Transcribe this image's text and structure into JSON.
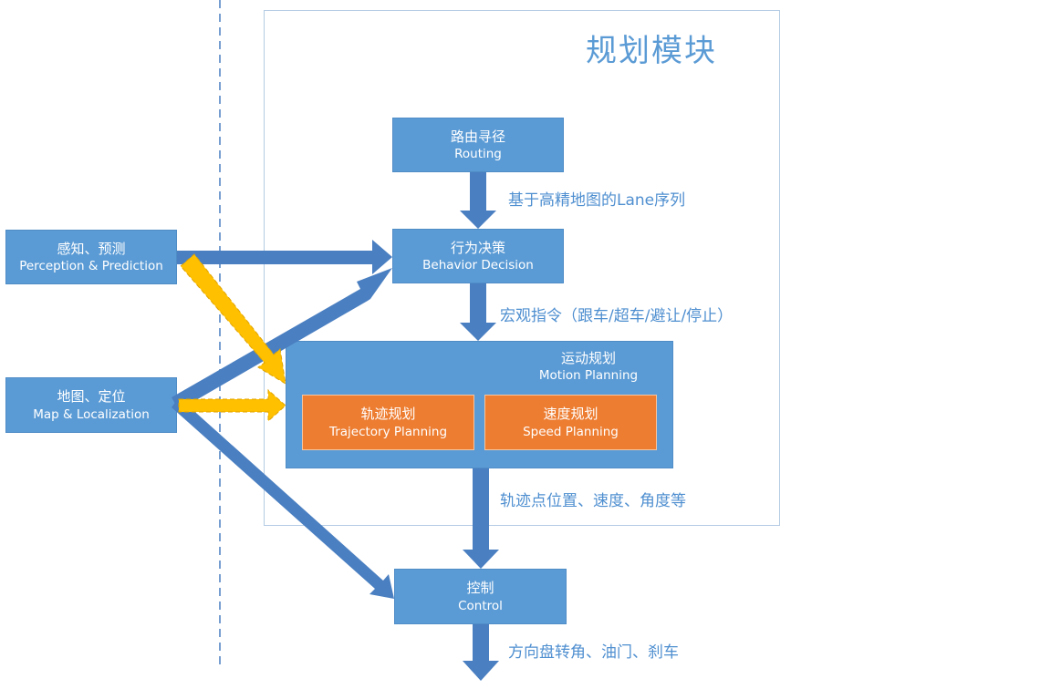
{
  "module_title": "规划模块",
  "nodes": {
    "routing": {
      "zh": "路由寻径",
      "en": "Routing"
    },
    "behavior": {
      "zh": "行为决策",
      "en": "Behavior Decision"
    },
    "motion": {
      "zh": "运动规划",
      "en": "Motion Planning"
    },
    "trajectory": {
      "zh": "轨迹规划",
      "en": "Trajectory Planning"
    },
    "speed": {
      "zh": "速度规划",
      "en": "Speed Planning"
    },
    "control": {
      "zh": "控制",
      "en": "Control"
    },
    "perception": {
      "zh": "感知、预测",
      "en": "Perception & Prediction"
    },
    "map": {
      "zh": "地图、定位",
      "en": "Map & Localization"
    }
  },
  "edge_labels": {
    "routing_to_behavior": "基于高精地图的Lane序列",
    "behavior_to_motion": "宏观指令（跟车/超车/避让/停止）",
    "motion_to_control": "轨迹点位置、速度、角度等",
    "control_output": "方向盘转角、油门、刹车"
  },
  "colors": {
    "box_blue": "#5b9bd5",
    "arrow_blue": "#4a7fc1",
    "box_orange": "#ed7d31",
    "arrow_yellow": "#ffc000",
    "text_blue": "#4f8fd0"
  }
}
